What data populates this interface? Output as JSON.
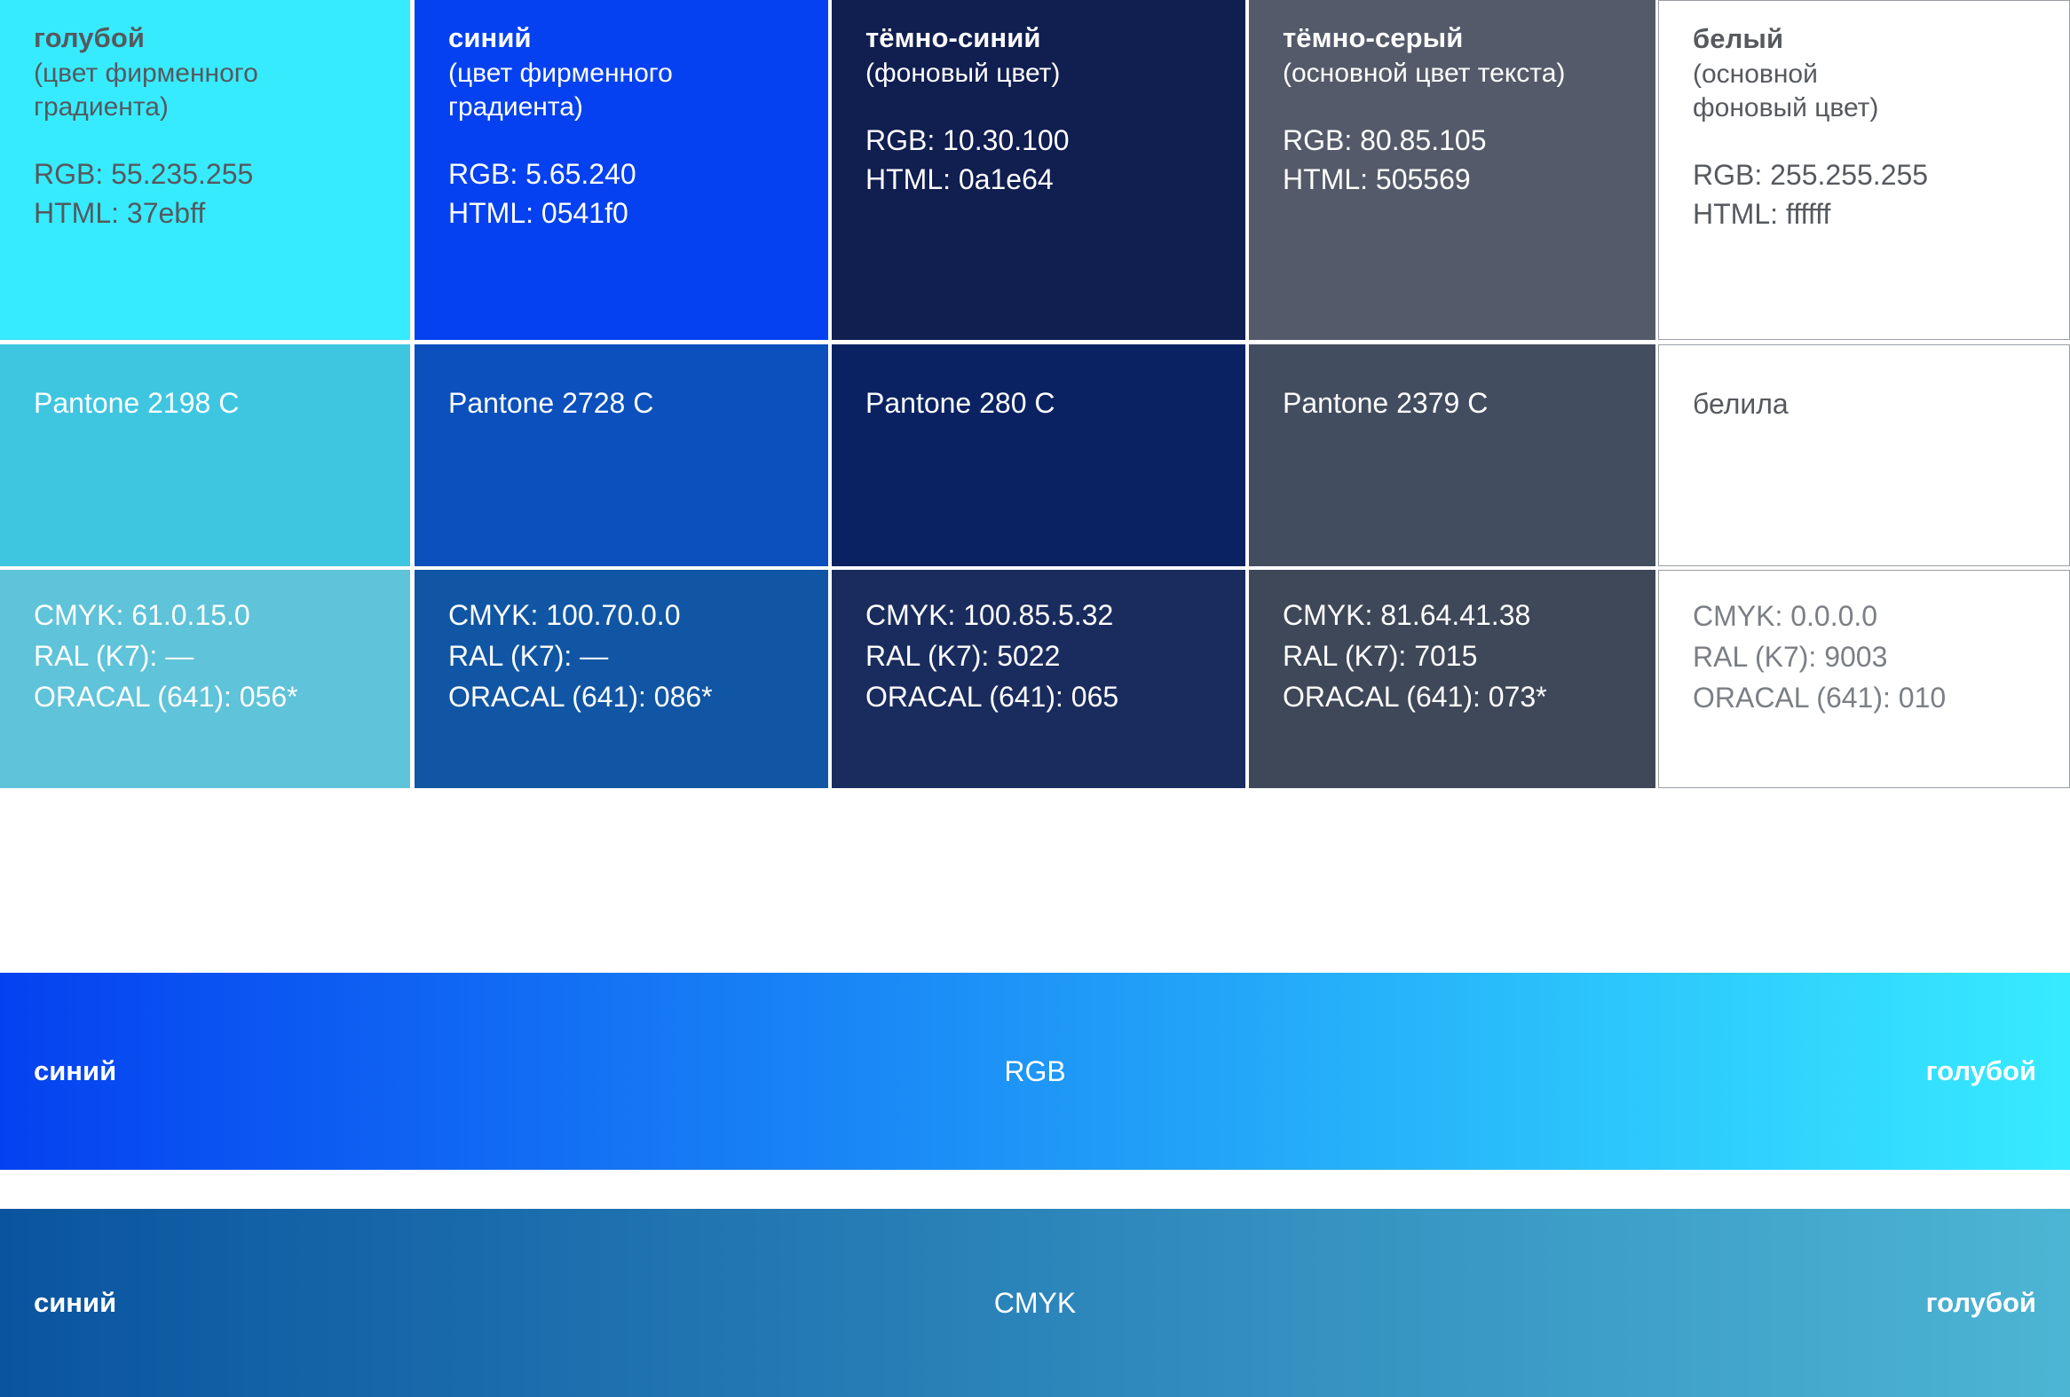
{
  "palette": {
    "columns": [
      {
        "name": "голубой",
        "subtitle": "(цвет фирменного\nградиента)",
        "rgb": "RGB: 55.235.255",
        "html": "HTML: 37ebff",
        "pantone": "Pantone 2198 C",
        "cmyk": "CMYK: 61.0.15.0",
        "ral": "RAL (K7): —",
        "oracal": "ORACAL (641): 056*",
        "swatch_hex": "#37ebff",
        "row2_hex": "#3ec6e0",
        "row3_hex": "#5fc3d9",
        "text_color": "#56595e",
        "row2_text_color": "#ffffff",
        "row3_text_color": "#ffffff"
      },
      {
        "name": "синий",
        "subtitle": "(цвет фирменного\nградиента)",
        "rgb": "RGB: 5.65.240",
        "html": "HTML: 0541f0",
        "pantone": "Pantone 2728 C",
        "cmyk": "CMYK: 100.70.0.0",
        "ral": "RAL (K7): —",
        "oracal": "ORACAL (641): 086*",
        "swatch_hex": "#0541f0",
        "row2_hex": "#0b50bd",
        "row3_hex": "#1156a4",
        "text_color": "#ffffff",
        "row2_text_color": "#ffffff",
        "row3_text_color": "#ffffff"
      },
      {
        "name": "тёмно-синий",
        "subtitle": "(фоновый цвет)",
        "rgb": "RGB: 10.30.100",
        "html": "HTML: 0a1e64",
        "pantone": "Pantone 280 C",
        "cmyk": "CMYK: 100.85.5.32",
        "ral": "RAL (K7): 5022",
        "oracal": "ORACAL (641): 065",
        "swatch_hex": "#101e50",
        "row2_hex": "#0b2262",
        "row3_hex": "#1a2c5e",
        "text_color": "#ffffff",
        "row2_text_color": "#ffffff",
        "row3_text_color": "#ffffff"
      },
      {
        "name": "тёмно-серый",
        "subtitle": "(основной цвет текста)",
        "rgb": "RGB: 80.85.105",
        "html": "HTML: 505569",
        "pantone": "Pantone 2379 C",
        "cmyk": "CMYK: 81.64.41.38",
        "ral": "RAL (K7): 7015",
        "oracal": "ORACAL (641): 073*",
        "swatch_hex": "#545a69",
        "row2_hex": "#434d60",
        "row3_hex": "#3f4859",
        "text_color": "#ffffff",
        "row2_text_color": "#ffffff",
        "row3_text_color": "#ffffff"
      },
      {
        "name": "белый",
        "subtitle": "(основной\nфоновый цвет)",
        "rgb": "RGB: 255.255.255",
        "html": "HTML: ffffff",
        "pantone": "белила",
        "cmyk": "CMYK: 0.0.0.0",
        "ral": "RAL (K7): 9003",
        "oracal": "ORACAL (641): 010",
        "swatch_hex": "#ffffff",
        "row2_hex": "#ffffff",
        "row3_hex": "#ffffff",
        "text_color": "#56595e",
        "row2_text_color": "#56595e",
        "row3_text_color": "#7b7f85"
      }
    ]
  },
  "gradients": [
    {
      "mode": "RGB",
      "left_label": "синий",
      "right_label": "голубой",
      "from_hex": "#0541f0",
      "to_hex": "#37ebff"
    },
    {
      "mode": "CMYK",
      "left_label": "синий",
      "right_label": "голубой",
      "from_hex": "#0a549f",
      "to_hex": "#4db5d4"
    }
  ]
}
